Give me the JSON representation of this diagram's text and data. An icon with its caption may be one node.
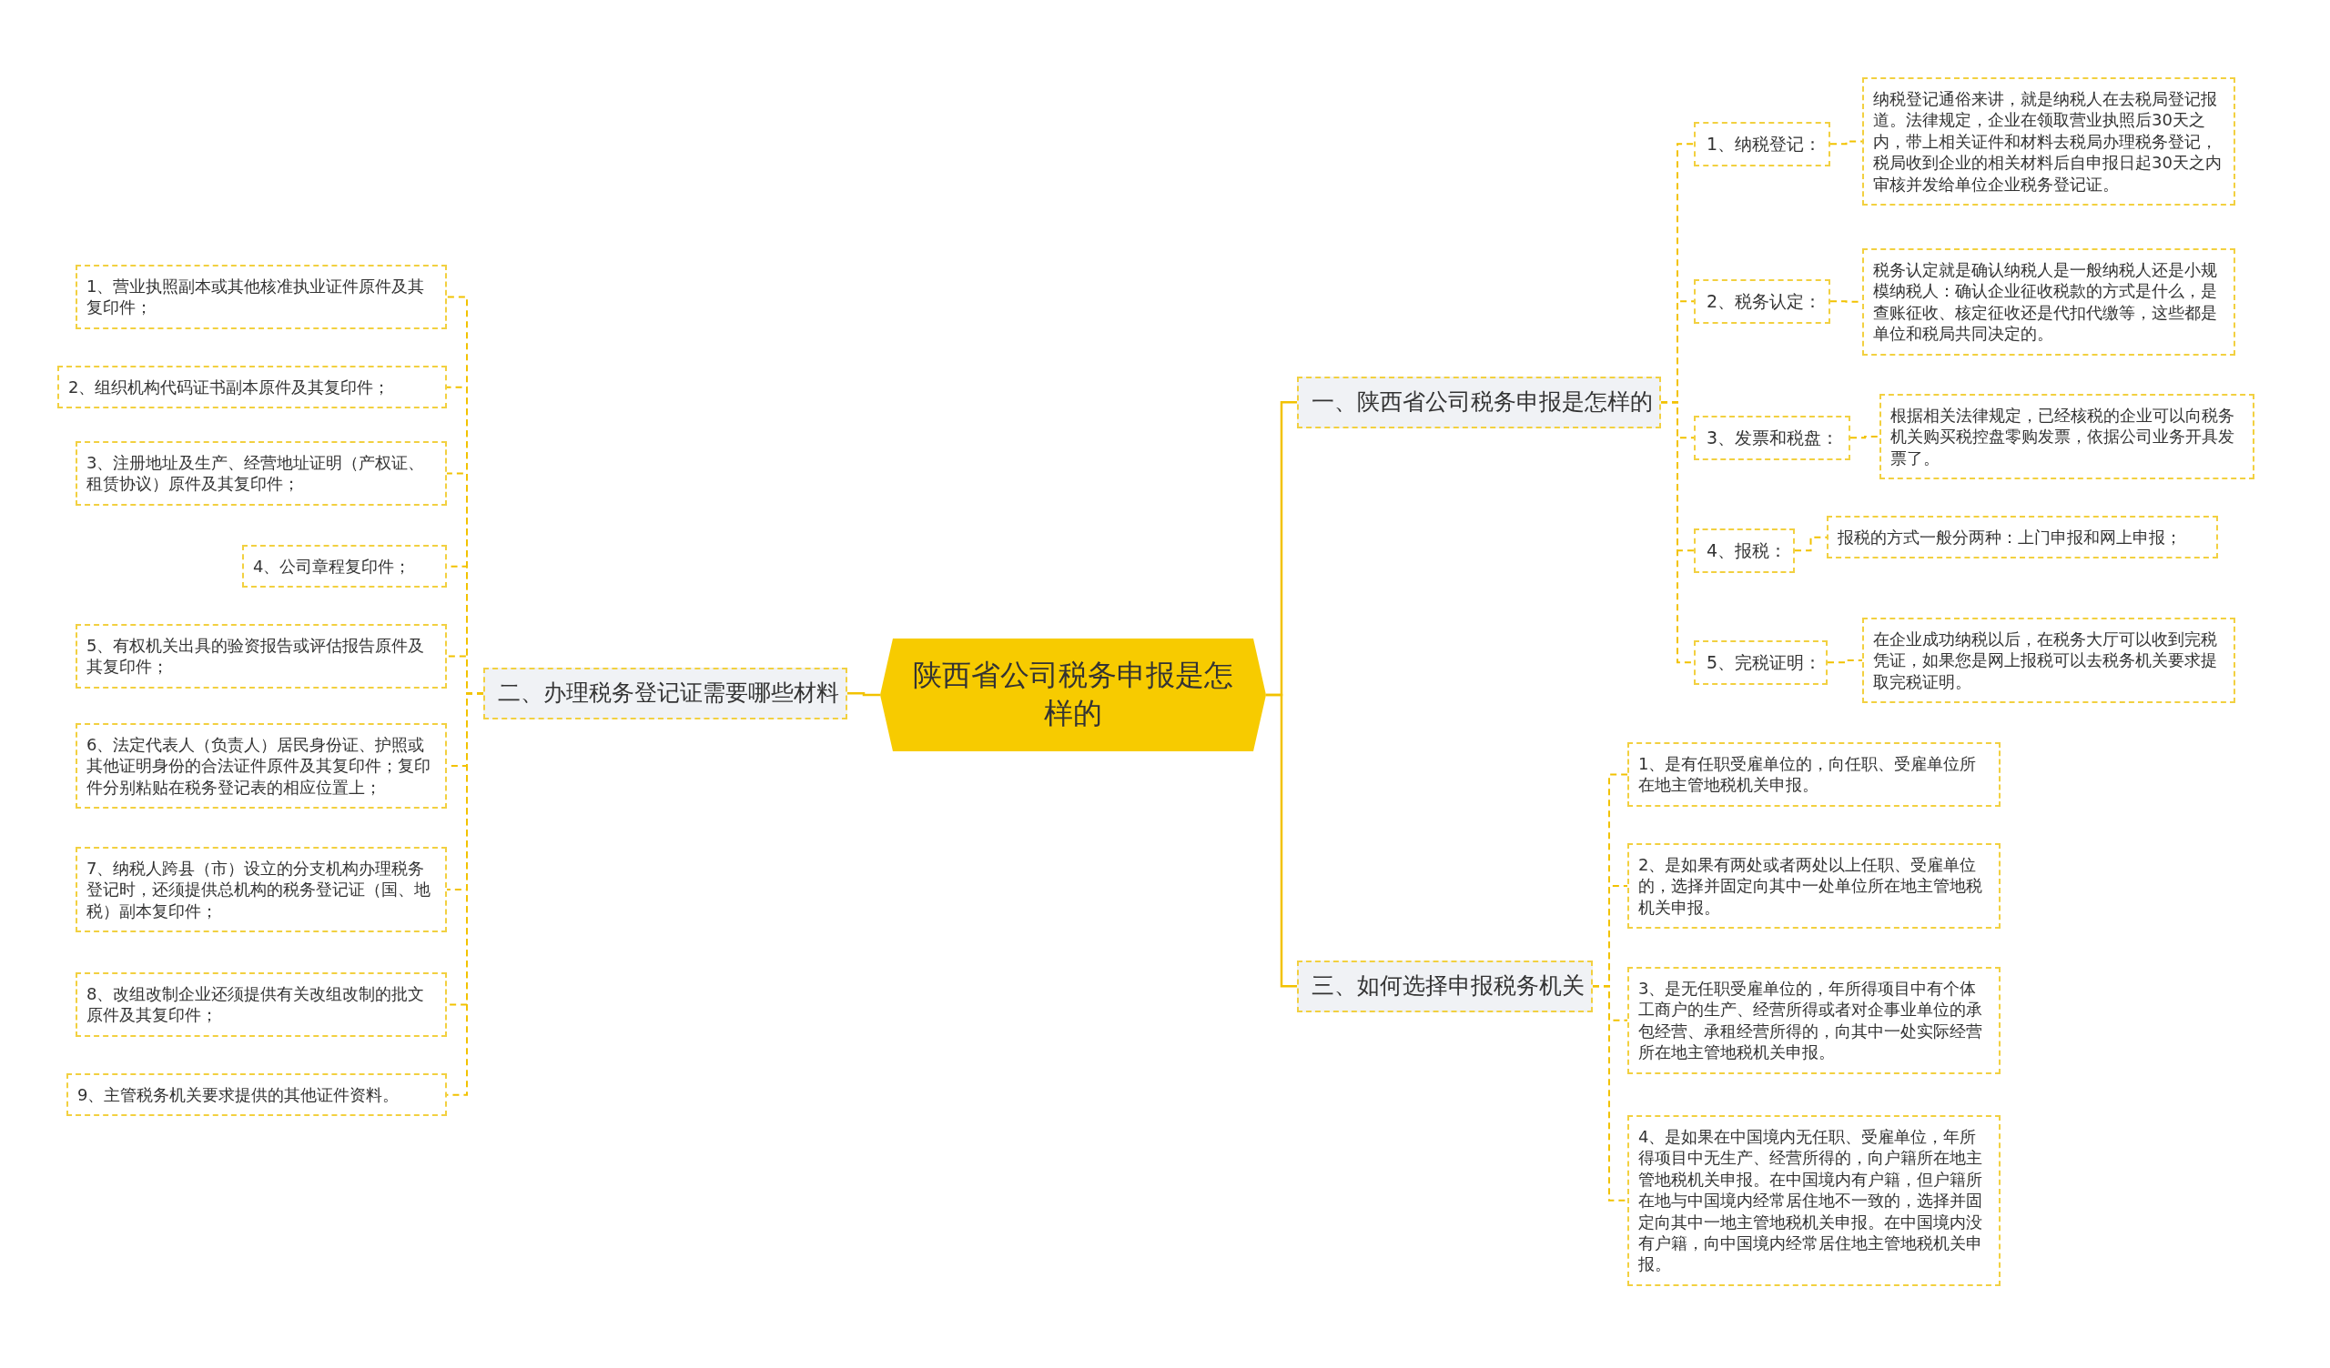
{
  "diagram": {
    "nodes": [
      {
        "text": [
          "陕西省公司税务申报是怎样的"
        ]
      },
      {
        "text": [
          "一、陕西省公司税务申报是怎样的"
        ]
      },
      {
        "text": [
          "1、纳税登记："
        ]
      },
      {
        "text": [
          "纳税登记通俗来讲，就是纳税人在去税局登记报道。法律规定，企业在领取营业执照后30天之内，带上相关证件和材料去税局办理税务登记，税局收到企业的相关材料后自申报日起30天之内审核并发给单位企业税务登记证。"
        ]
      },
      {
        "text": [
          "2、税务认定："
        ]
      },
      {
        "text": [
          "税务认定就是确认纳税人是一般纳税人还是小规模纳税人：确认企业征收税款的方式是什么，是查账征收、核定征收还是代扣代缴等，这些都是单位和税局共同决定的。"
        ]
      },
      {
        "text": [
          "3、发票和税盘："
        ]
      },
      {
        "text": [
          "根据相关法律规定，已经核税的企业可以向税务机关购买税控盘零购发票，依据公司业务开具发票了。"
        ]
      },
      {
        "text": [
          "4、报税："
        ]
      },
      {
        "text": [
          "报税的方式一般分两种：上门申报和网上申报；"
        ]
      },
      {
        "text": [
          "5、完税证明："
        ]
      },
      {
        "text": [
          "在企业成功纳税以后，在税务大厅可以收到完税凭证，如果您是网上报税可以去税务机关要求提取完税证明。"
        ]
      },
      {
        "text": [
          "二、办理税务登记证需要哪些材料"
        ]
      },
      {
        "text": [
          "1、营业执照副本或其他核准执业证件原件及其复印件；"
        ]
      },
      {
        "text": [
          "2、组织机构代码证书副本原件及其复印件；"
        ]
      },
      {
        "text": [
          "3、注册地址及生产、经营地址证明（产权证、租赁协议）原件及其复印件；"
        ]
      },
      {
        "text": [
          "4、公司章程复印件；"
        ]
      },
      {
        "text": [
          "5、有权机关出具的验资报告或评估报告原件及其复印件；"
        ]
      },
      {
        "text": [
          "6、法定代表人（负责人）居民身份证、护照或其他证明身份的合法证件原件及其复印件；复印件分别粘贴在税务登记表的相应位置上；"
        ]
      },
      {
        "text": [
          "7、纳税人跨县（市）设立的分支机构办理税务登记时，还须提供总机构的税务登记证（国、地税）副本复印件；"
        ]
      },
      {
        "text": [
          "8、改组改制企业还须提供有关改组改制的批文原件及其复印件；"
        ]
      },
      {
        "text": [
          "9、主管税务机关要求提供的其他证件资料。"
        ]
      },
      {
        "text": [
          "三、如何选择申报税务机关"
        ]
      },
      {
        "text": [
          "1、是有任职受雇单位的，向任职、受雇单位所在地主管地税机关申报。"
        ]
      },
      {
        "text": [
          "2、是如果有两处或者两处以上任职、受雇单位的，选择并固定向其中一处单位所在地主管地税机关申报。"
        ]
      },
      {
        "text": [
          "3、是无任职受雇单位的，年所得项目中有个体工商户的生产、经营所得或者对企事业单位的承包经营、承租经营所得的，向其中一处实际经营所在地主管地税机关申报。"
        ]
      },
      {
        "text": [
          "4、是如果在中国境内无任职、受雇单位，年所得项目中无生产、经营所得的，向户籍所在地主管地税机关申报。在中国境内有户籍，但户籍所在地与中国境内经常居住地不一致的，选择并固定向其中一地主管地税机关申报。在中国境内没有户籍，向中国境内经常居住地主管地税机关申报。"
        ]
      }
    ],
    "edges": [
      {
        "from": 0,
        "to": 1,
        "arrow": "none"
      },
      {
        "from": 0,
        "to": 12,
        "arrow": "none"
      },
      {
        "from": 0,
        "to": 22,
        "arrow": "none"
      },
      {
        "from": 1,
        "to": 2,
        "arrow": "none",
        "style": "dashed"
      },
      {
        "from": 1,
        "to": 4,
        "arrow": "none",
        "style": "dashed"
      },
      {
        "from": 1,
        "to": 6,
        "arrow": "none",
        "style": "dashed"
      },
      {
        "from": 1,
        "to": 8,
        "arrow": "none",
        "style": "dashed"
      },
      {
        "from": 1,
        "to": 10,
        "arrow": "none",
        "style": "dashed"
      },
      {
        "from": 2,
        "to": 3,
        "arrow": "none",
        "style": "dashed"
      },
      {
        "from": 4,
        "to": 5,
        "arrow": "none",
        "style": "dashed"
      },
      {
        "from": 6,
        "to": 7,
        "arrow": "none",
        "style": "dashed"
      },
      {
        "from": 8,
        "to": 9,
        "arrow": "none",
        "style": "dashed"
      },
      {
        "from": 10,
        "to": 11,
        "arrow": "none",
        "style": "dashed"
      },
      {
        "from": 12,
        "to": 13,
        "arrow": "none",
        "style": "dashed"
      },
      {
        "from": 12,
        "to": 14,
        "arrow": "none",
        "style": "dashed"
      },
      {
        "from": 12,
        "to": 15,
        "arrow": "none",
        "style": "dashed"
      },
      {
        "from": 12,
        "to": 16,
        "arrow": "none",
        "style": "dashed"
      },
      {
        "from": 12,
        "to": 17,
        "arrow": "none",
        "style": "dashed"
      },
      {
        "from": 12,
        "to": 18,
        "arrow": "none",
        "style": "dashed"
      },
      {
        "from": 12,
        "to": 19,
        "arrow": "none",
        "style": "dashed"
      },
      {
        "from": 12,
        "to": 20,
        "arrow": "none",
        "style": "dashed"
      },
      {
        "from": 12,
        "to": 21,
        "arrow": "none",
        "style": "dashed"
      },
      {
        "from": 22,
        "to": 23,
        "arrow": "none",
        "style": "dashed"
      },
      {
        "from": 22,
        "to": 24,
        "arrow": "none",
        "style": "dashed"
      },
      {
        "from": 22,
        "to": 25,
        "arrow": "none",
        "style": "dashed"
      },
      {
        "from": 22,
        "to": 26,
        "arrow": "none",
        "style": "dashed"
      }
    ]
  }
}
